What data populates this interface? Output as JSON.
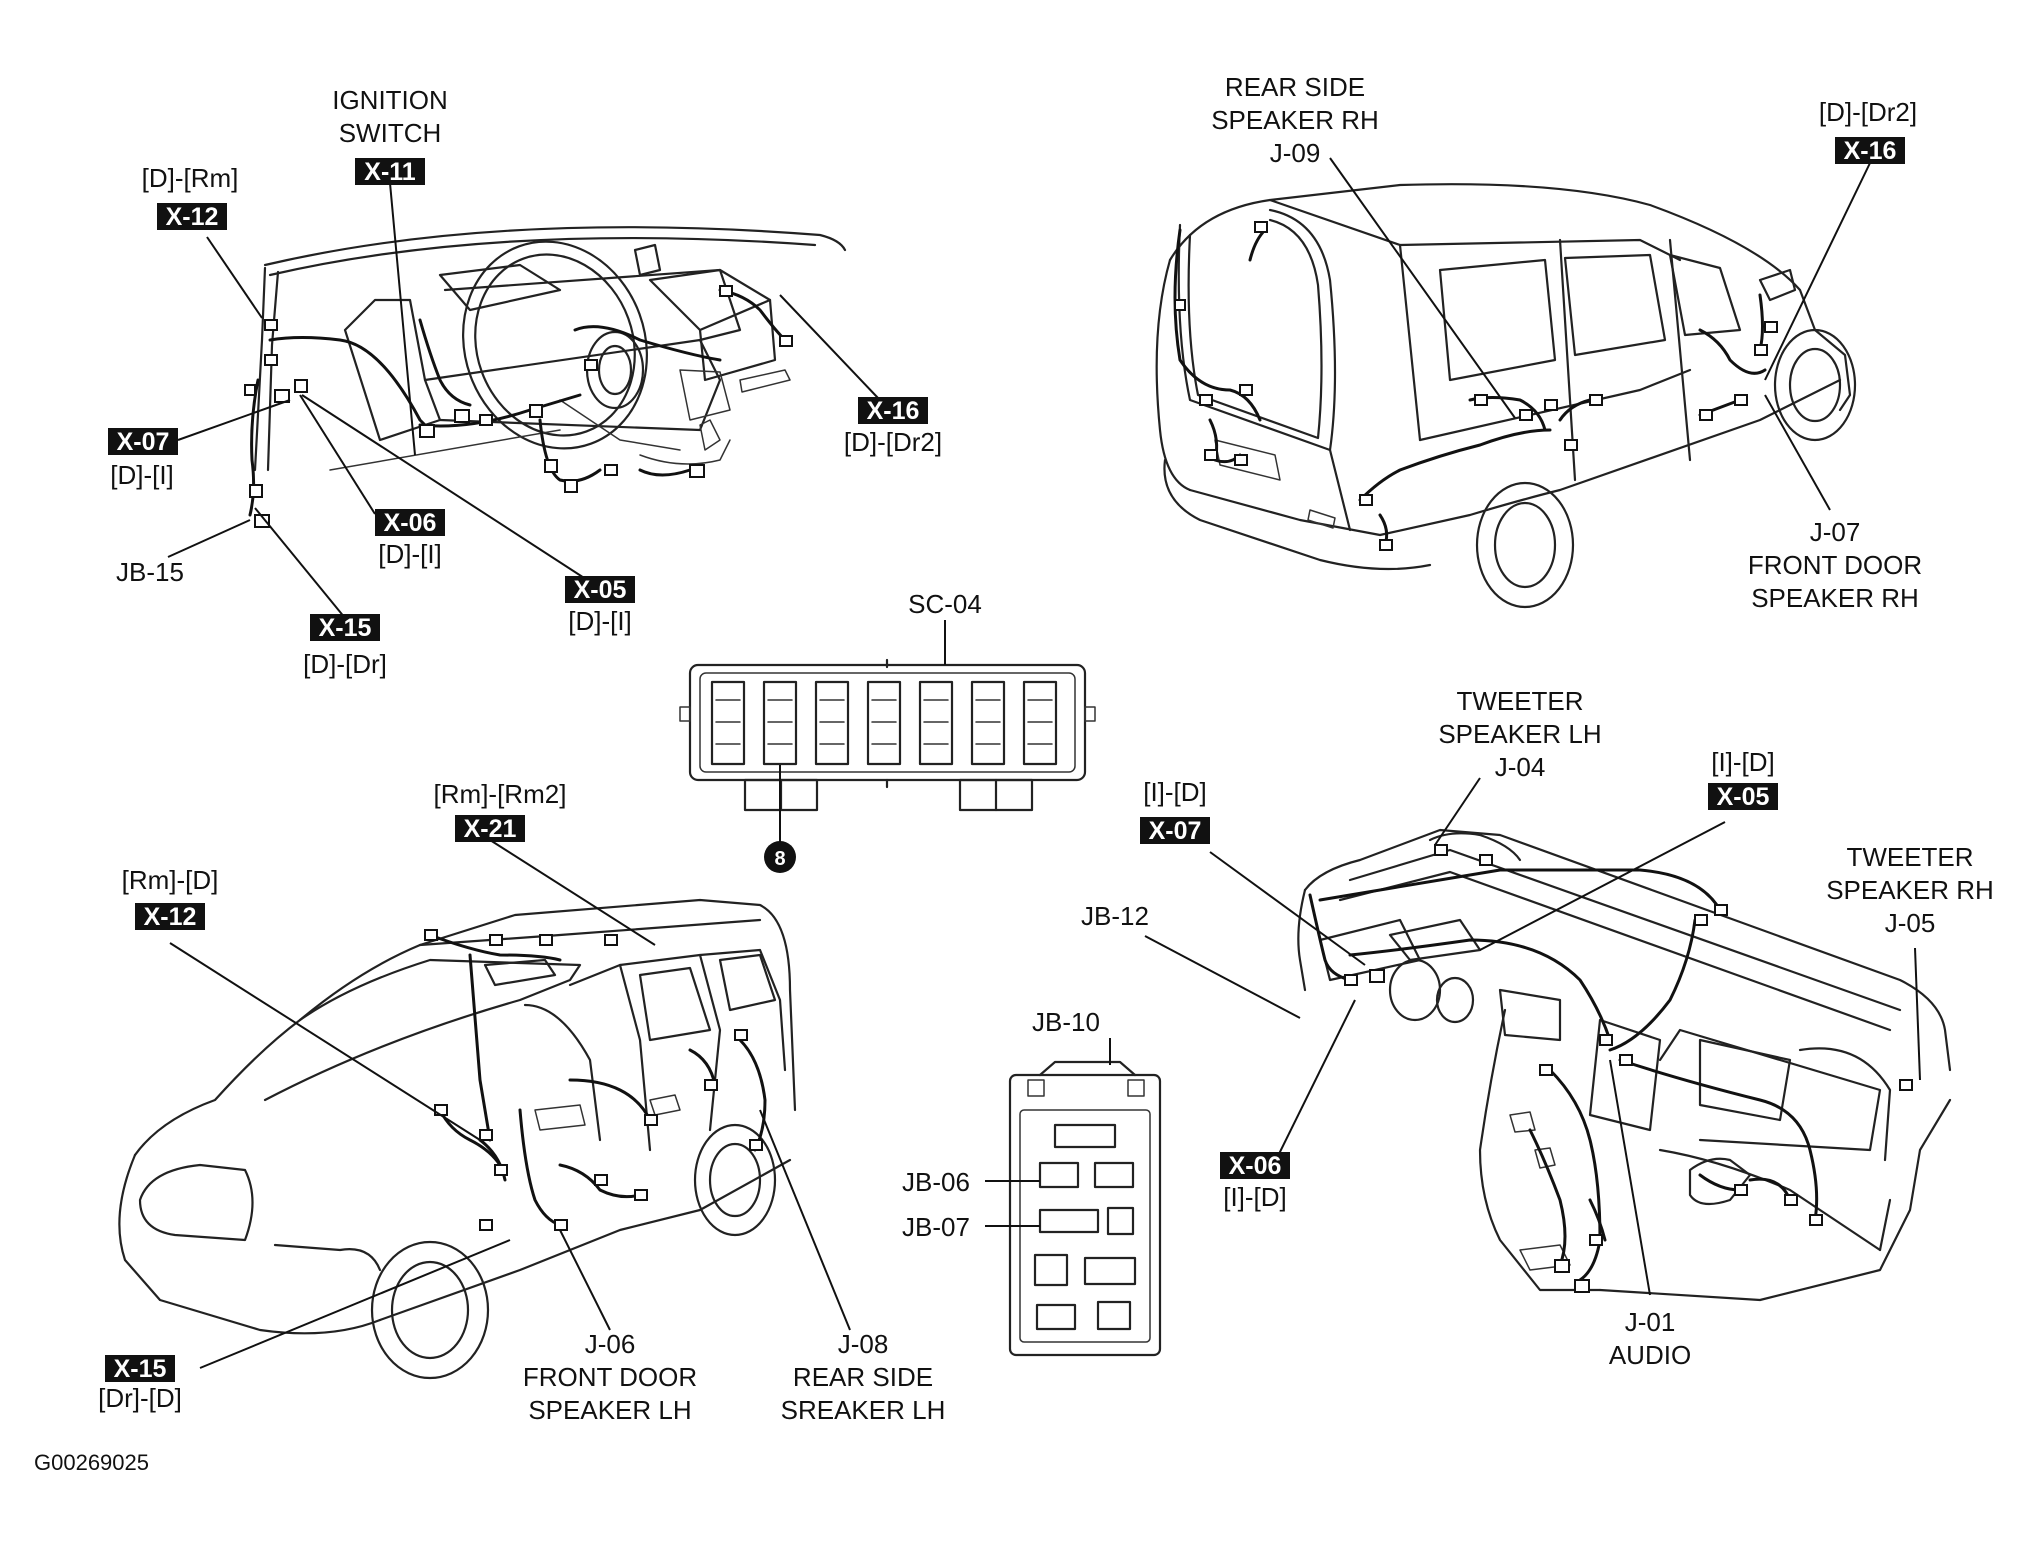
{
  "image_id": "G00269025",
  "labels": {
    "ignition_switch": "IGNITION\nSWITCH",
    "d_rm": "[D]-[Rm]",
    "d_i_x07": "[D]-[I]",
    "d_i_x06": "[D]-[I]",
    "d_i_x05": "[D]-[I]",
    "jb15": "JB-15",
    "d_dr": "[D]-[Dr]",
    "d_dr2_top": "[D]-[Dr2]",
    "rear_side_speaker_rh": "REAR SIDE\nSPEAKER RH\nJ-09",
    "d_dr2_right": "[D]-[Dr2]",
    "front_door_speaker_rh": "J-07\nFRONT DOOR\nSPEAKER RH",
    "sc04": "SC-04",
    "sc04_pin": "8",
    "rm_rm2": "[Rm]-[Rm2]",
    "rm_d": "[Rm]-[D]",
    "dr_d": "[Dr]-[D]",
    "front_door_speaker_lh": "J-06\nFRONT DOOR\nSPEAKER LH",
    "rear_side_speaker_lh": "J-08\nREAR SIDE\nSREAKER LH",
    "jb10": "JB-10",
    "jb06": "JB-06",
    "jb07": "JB-07",
    "jb12": "JB-12",
    "tweeter_lh": "TWEETER\nSPEAKER LH\nJ-04",
    "i_d_x07": "[I]-[D]",
    "i_d_x05": "[I]-[D]",
    "tweeter_rh": "TWEETER\nSPEAKER RH\nJ-05",
    "i_d_x06": "[I]-[D]",
    "audio": "J-01\nAUDIO"
  },
  "tags": {
    "x11": "X-11",
    "x12_top": "X-12",
    "x07_top": "X-07",
    "x06_top": "X-06",
    "x05_top": "X-05",
    "x15_top": "X-15",
    "x16_top": "X-16",
    "x16_right": "X-16",
    "x21": "X-21",
    "x12_bottom": "X-12",
    "x15_bottom": "X-15",
    "x07_bottom": "X-07",
    "x05_bottom": "X-05",
    "x06_bottom": "X-06"
  }
}
